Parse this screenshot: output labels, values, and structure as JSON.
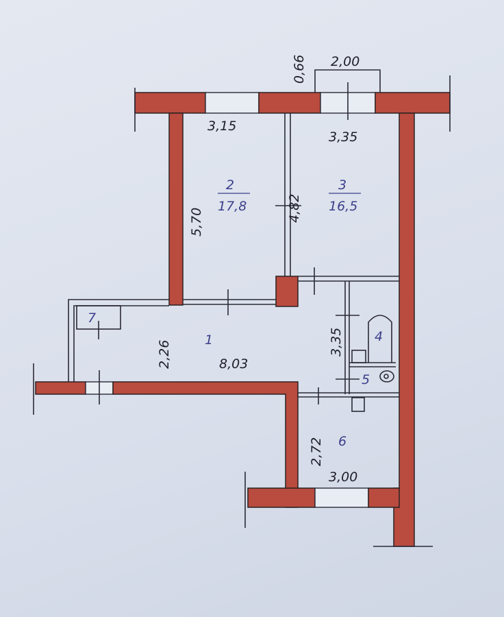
{
  "plan": {
    "dimensions": {
      "balcony_depth": "0,66",
      "balcony_width": "2,00",
      "room2_width": "3,15",
      "room3_width": "3,35",
      "room2_length": "5,70",
      "room3_length": "4,82",
      "hall_width": "2,26",
      "hall_length": "3,35",
      "kitchen_width": "2,72",
      "kitchen_length": "3,00"
    },
    "rooms": [
      {
        "number": "1",
        "area": "8,03"
      },
      {
        "number": "2",
        "area": "17,8"
      },
      {
        "number": "3",
        "area": "16,5"
      },
      {
        "number": "4"
      },
      {
        "number": "5"
      },
      {
        "number": "6"
      },
      {
        "number": "7"
      }
    ],
    "colors": {
      "wall": "#b94b3f",
      "room_label": "#3c3f8a"
    }
  }
}
